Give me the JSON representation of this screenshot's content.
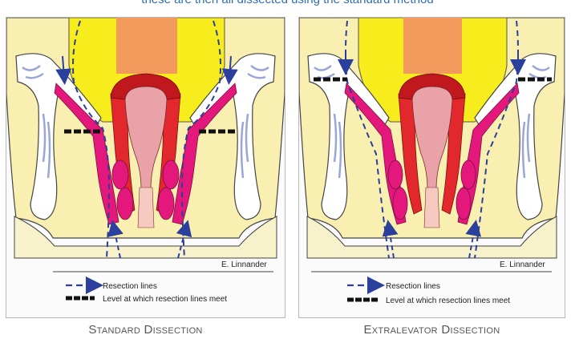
{
  "top_caption": "these are then all dissected using the standard method",
  "panels": [
    {
      "caption": "Standard Dissection",
      "artist": "E. Linnander",
      "legend": {
        "resection_lines": "Resection lines",
        "meeting_level": "Level at which resection lines meet"
      }
    },
    {
      "caption": "Extralevator Dissection",
      "artist": "E. Linnander",
      "legend": {
        "resection_lines": "Resection lines",
        "meeting_level": "Level at which resection lines meet"
      }
    }
  ],
  "colors": {
    "caption_blue": "#2f6fb5",
    "fat_yellow": "#f7ec1c",
    "pelvic_cream": "#f9efb0",
    "colon_orange": "#f2995c",
    "rectum_pink": "#e9a3a8",
    "sphincter_red": "#e2272d",
    "levator_magenta": "#e4177d",
    "resection_dashes": "#2b3f9c"
  }
}
